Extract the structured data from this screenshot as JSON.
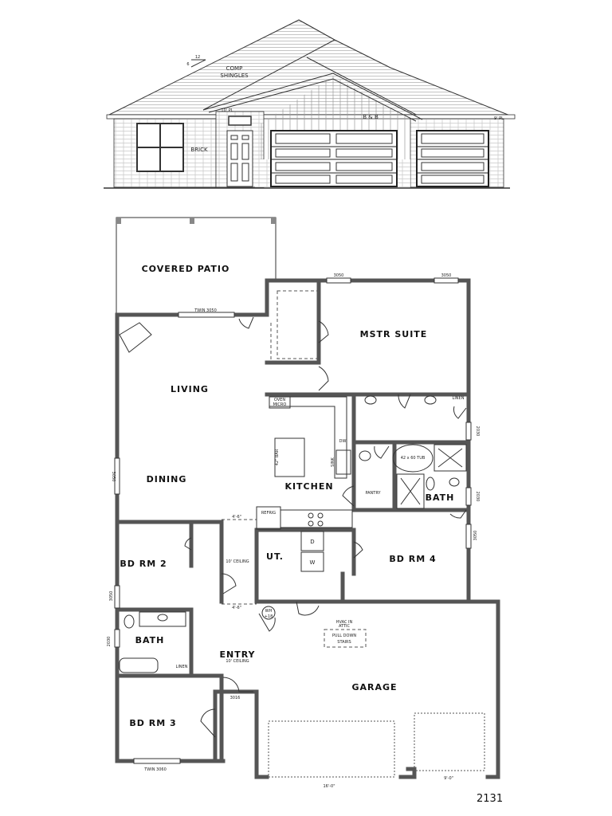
{
  "elevation": {
    "roof_label_1": "COMP",
    "roof_label_2": "SHINGLES",
    "wall_label": "BRICK",
    "siding_label": "B & B",
    "plate_left": "10' PL",
    "plate_right": "9' PL",
    "pitch_rise": "6",
    "pitch_run": "12"
  },
  "rooms": {
    "patio": "COVERED PATIO",
    "master": "MSTR SUITE",
    "living": "LIVING",
    "dining": "DINING",
    "kitchen": "KITCHEN",
    "bath_master": "BATH",
    "bd2": "BD RM 2",
    "bd3": "BD RM 3",
    "bd4": "BD RM 4",
    "bath": "BATH",
    "utility": "UT.",
    "entry": "ENTRY",
    "garage": "GARAGE",
    "pantry": "PANTRY",
    "linen_master": "LINEN",
    "linen_hall": "LINEN"
  },
  "notes": {
    "twin_3050": "TWIN 3050",
    "twin_3060": "TWIN 3060",
    "win_3050_a": "3050",
    "win_3050_b": "3050",
    "win_3050_left": "3050",
    "win_3050_bd2": "3050",
    "win_3050_bd4": "3050",
    "win_2030_a": "2030",
    "win_2030_b": "2030",
    "win_2030_bath": "2030",
    "door_3016": "3016",
    "oven": "OVEN",
    "micro": "MICRO",
    "dw": "DW",
    "sink": "SINK",
    "bar": "42\" BAR",
    "refrig": "REFRIG",
    "tub": "42 x 60 TUB",
    "dryer": "D",
    "washer": "W",
    "wh": "WH",
    "wh_2": "+18",
    "ceiling_1": "10' CEILING",
    "ceiling_2": "10' CEILING",
    "hvac_1": "HVAC IN",
    "hvac_2": "ATTIC",
    "stairs_1": "PULL DOWN",
    "stairs_2": "STAIRS",
    "garage_door_1": "16'-0\"",
    "garage_door_2": "9'-0\"",
    "opening_1": "4'-6\"",
    "opening_2": "4'-6\""
  },
  "plan_number": "2131"
}
